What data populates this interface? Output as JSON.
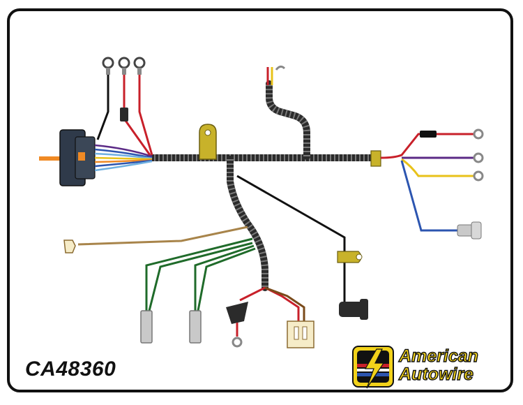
{
  "diagram": {
    "part_number": "CA48360",
    "brand": {
      "line1": "American",
      "line2": "Autowire"
    },
    "colors": {
      "frame": "#111111",
      "loom": "#3d3d3d",
      "bracket": "#c8b22a",
      "connector_dark": "#2f3a4a",
      "terminal": "#c9c9c9",
      "wire_red": "#c8202a",
      "wire_black": "#111111",
      "wire_orange": "#f08a24",
      "wire_purple": "#5b2a86",
      "wire_yellow": "#e8c21a",
      "wire_blue": "#2c55b0",
      "wire_green": "#1f6b2a",
      "wire_tan": "#a8844a",
      "wire_brown": "#7a4a1a",
      "logo_yellow": "#f2d21a"
    },
    "icons": [
      "lightning-bolt-icon",
      "ring-terminal-icon",
      "spade-terminal-icon",
      "bullet-connector-icon"
    ]
  }
}
